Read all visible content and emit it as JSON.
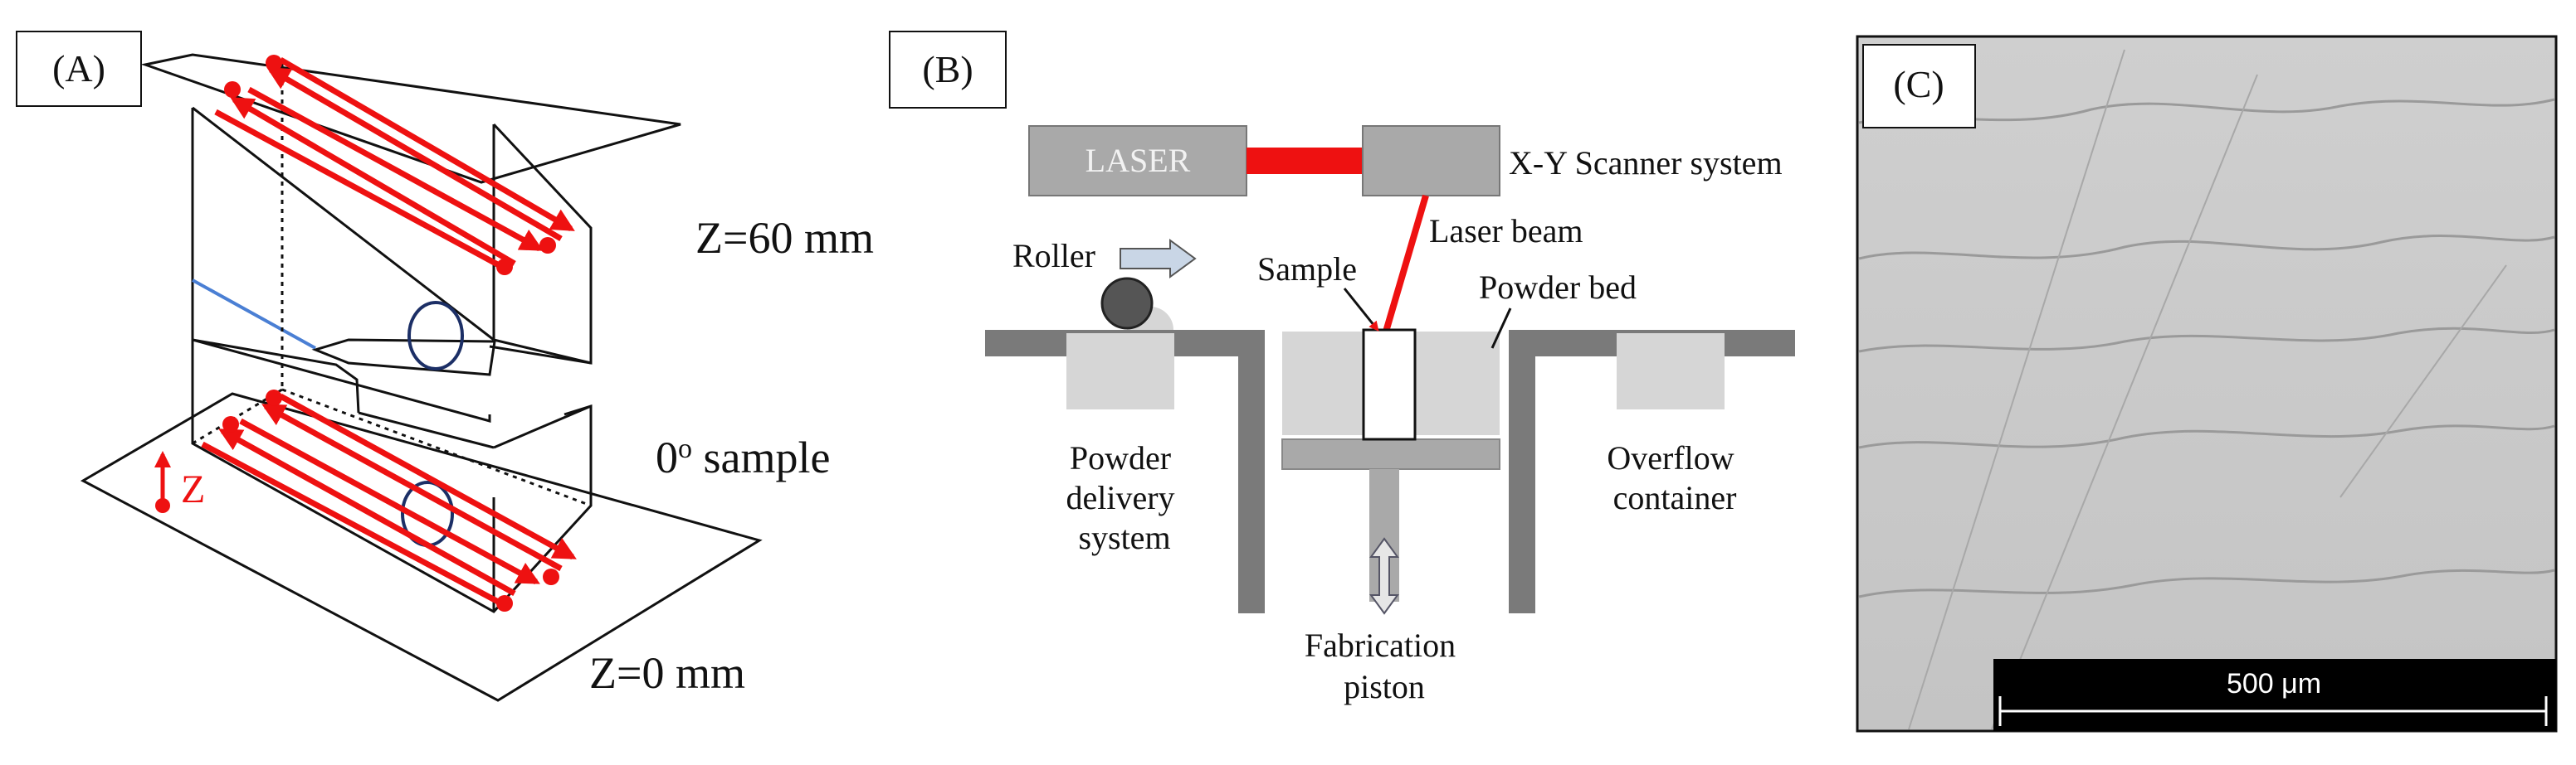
{
  "panel_a": {
    "label": "(A)",
    "top_plane_label": "Z=60 mm",
    "bottom_plane_label": "Z=0 mm",
    "sample_label_prefix": "0",
    "sample_label_degree": "o",
    "sample_label_suffix": " sample",
    "axis_label": "Z",
    "colors": {
      "scan": "#ee1111",
      "line": "#111111",
      "notch": "#4a7fd4",
      "circle": "#1c2f66"
    }
  },
  "panel_b": {
    "label": "(B)",
    "laser_label": "LASER",
    "scanner_label": "X-Y Scanner system",
    "laser_beam_label": "Laser beam",
    "roller_label": "Roller",
    "sample_label": "Sample",
    "powder_bed_label": "Powder bed",
    "powder_delivery_lines": [
      "Powder",
      "delivery",
      "system"
    ],
    "overflow_lines": [
      "Overflow",
      "container"
    ],
    "piston_lines": [
      "Fabrication",
      "piston"
    ],
    "colors": {
      "wall": "#7a7a7a",
      "box": "#a9a9a9",
      "powder": "#d6d6d6",
      "beam": "#ee1111"
    }
  },
  "panel_c": {
    "label": "(C)",
    "scale_bar_label": "500 μm",
    "colors": {
      "background": "#c9c9c9",
      "boundary": "#9a9a9a",
      "bar": "#000000"
    }
  }
}
